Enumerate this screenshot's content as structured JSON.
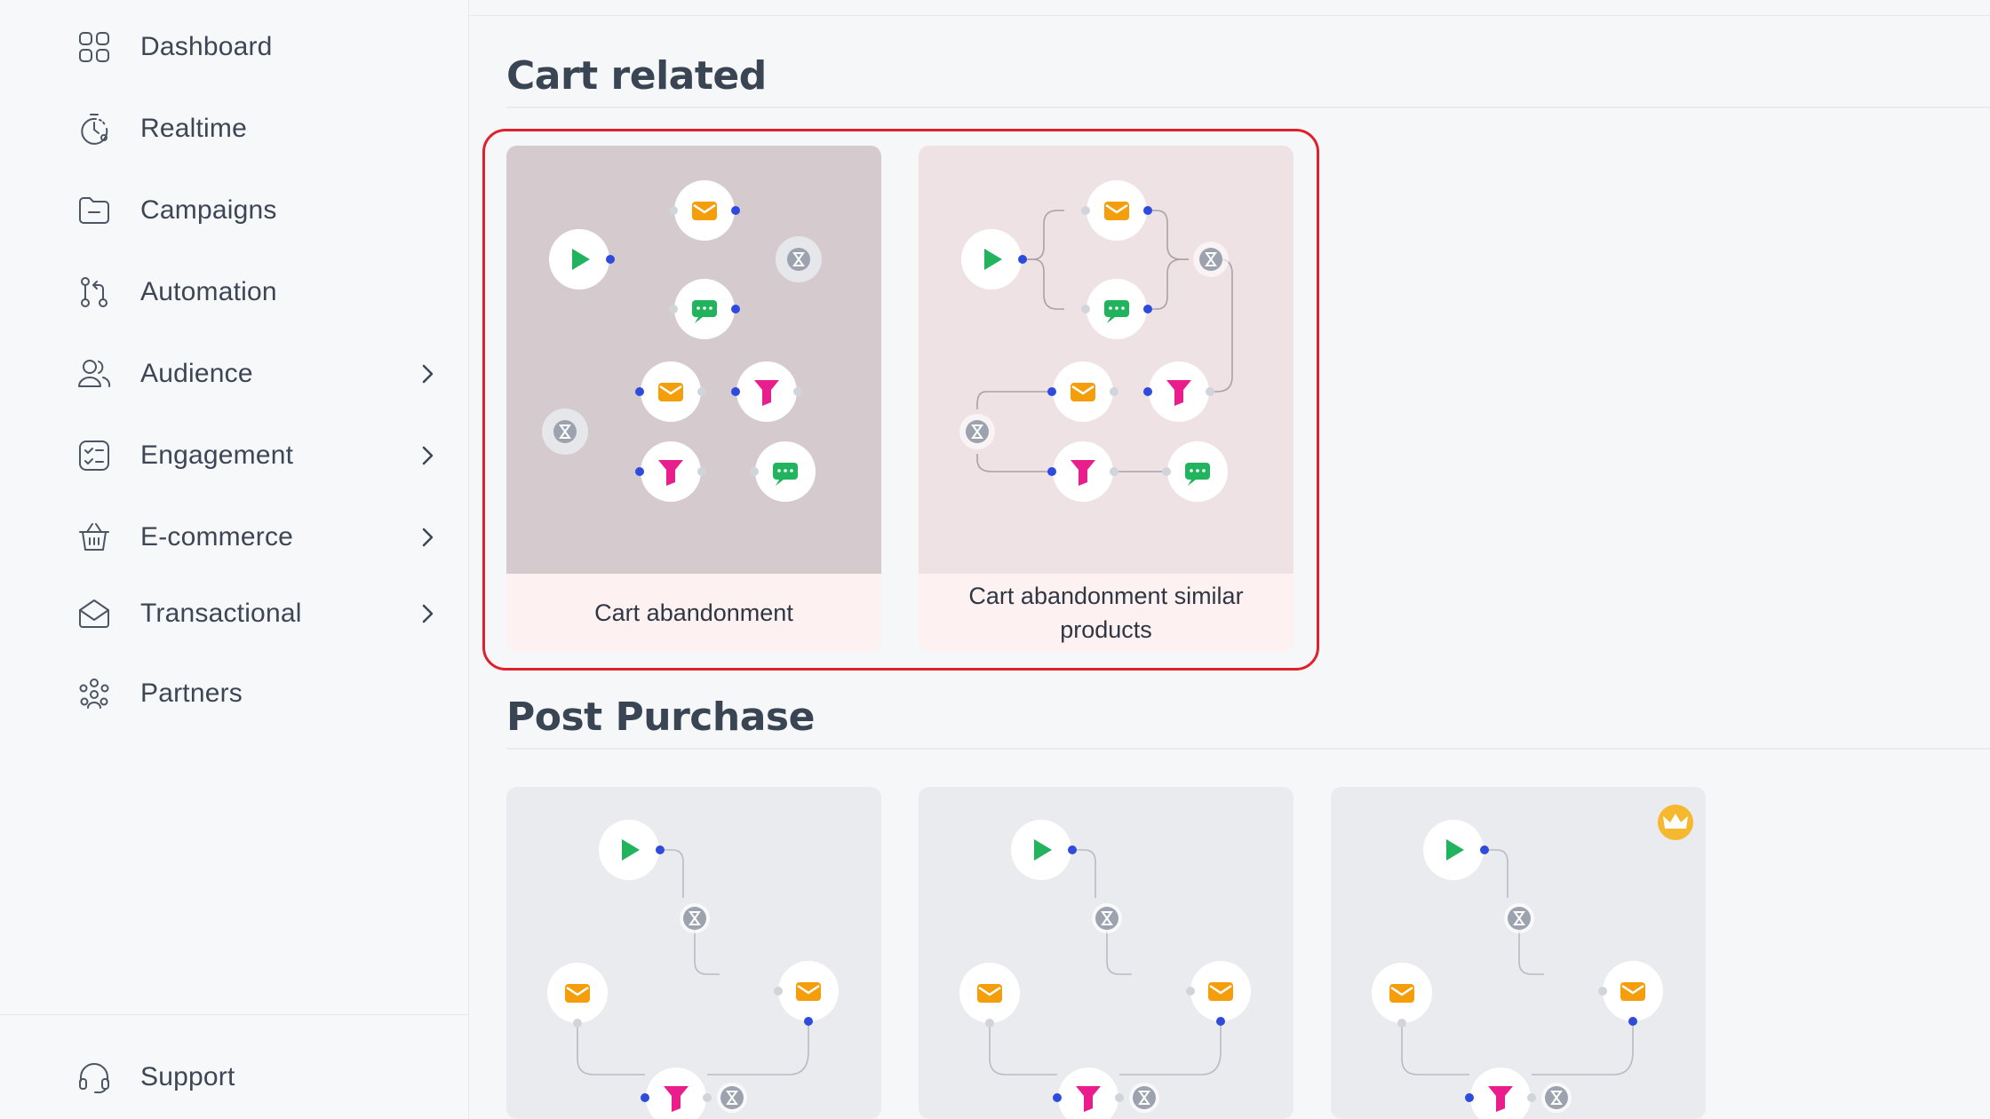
{
  "sidebar": {
    "items": [
      {
        "label": "Dashboard",
        "icon": "dashboard-icon",
        "has_children": false
      },
      {
        "label": "Realtime",
        "icon": "stopwatch-icon",
        "has_children": false
      },
      {
        "label": "Campaigns",
        "icon": "folder-icon",
        "has_children": false
      },
      {
        "label": "Automation",
        "icon": "git-branch-icon",
        "has_children": false
      },
      {
        "label": "Audience",
        "icon": "users-icon",
        "has_children": true
      },
      {
        "label": "Engagement",
        "icon": "checklist-icon",
        "has_children": true
      },
      {
        "label": "E-commerce",
        "icon": "basket-icon",
        "has_children": true
      },
      {
        "label": "Transactional",
        "icon": "envelope-open-icon",
        "has_children": true
      },
      {
        "label": "Partners",
        "icon": "partners-icon",
        "has_children": false
      }
    ],
    "footer": {
      "label": "Support",
      "icon": "headset-icon"
    }
  },
  "sections": [
    {
      "title": "Cart related",
      "cards": [
        {
          "caption": "Cart abandonment",
          "selected": true
        },
        {
          "caption": "Cart abandonment similar products",
          "selected": true
        }
      ]
    },
    {
      "title": "Post Purchase",
      "cards": [
        {
          "caption": "",
          "premium": false
        },
        {
          "caption": "",
          "premium": false
        },
        {
          "caption": "",
          "premium": true
        }
      ]
    }
  ],
  "node_icons": {
    "start": "play-icon",
    "email": "email-icon",
    "sms": "chat-icon",
    "wait": "hourglass-icon",
    "filter": "filter-icon",
    "premium": "crown-icon"
  },
  "colors": {
    "highlight": "#e0212b",
    "start": "#22b35e",
    "email": "#f59e0b",
    "sms": "#22b35e",
    "filter": "#e91e8c",
    "wait": "#9ca3af",
    "connector": "#2f4bdd",
    "premium": "#f5b82e"
  }
}
